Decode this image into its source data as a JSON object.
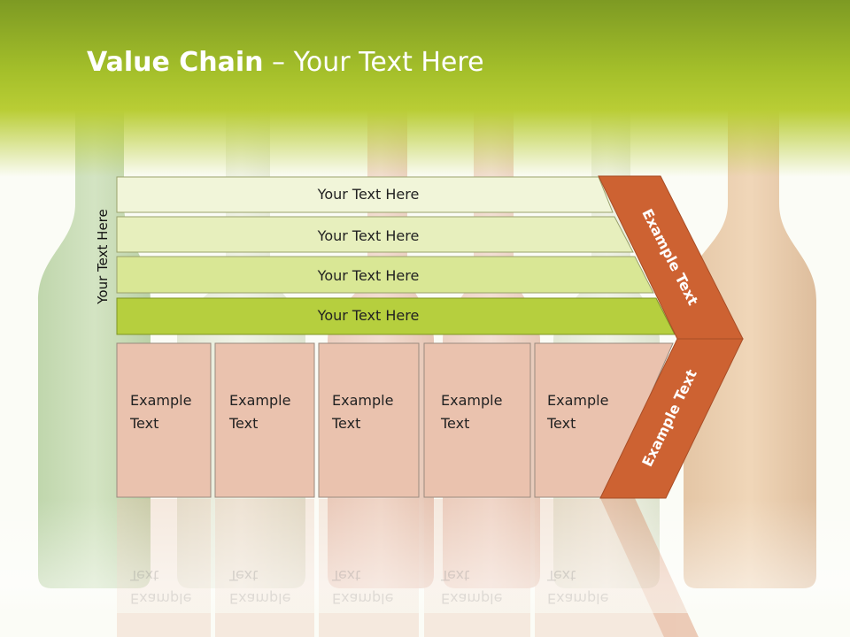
{
  "slide": {
    "title_bold": "Value Chain",
    "title_rest": " – Your Text Here",
    "side_label": "Your Text Here",
    "rows": [
      {
        "label": "Your Text Here",
        "fill": "#f1f5d9"
      },
      {
        "label": "Your Text Here",
        "fill": "#e7efbd"
      },
      {
        "label": "Your Text Here",
        "fill": "#d9e795"
      },
      {
        "label": "Your Text Here",
        "fill": "#b6cf3e"
      }
    ],
    "boxes": [
      {
        "line1": "Example",
        "line2": "Text"
      },
      {
        "line1": "Example",
        "line2": "Text"
      },
      {
        "line1": "Example",
        "line2": "Text"
      },
      {
        "line1": "Example",
        "line2": "Text"
      },
      {
        "line1": "Example",
        "line2": "Text"
      }
    ],
    "arrow_top_label": "Example Text",
    "arrow_bottom_label": "Example Text",
    "colors": {
      "header_green": "#a4bf2a",
      "box_fill": "#eac2ae",
      "arrow_orange": "#cd6232"
    }
  }
}
